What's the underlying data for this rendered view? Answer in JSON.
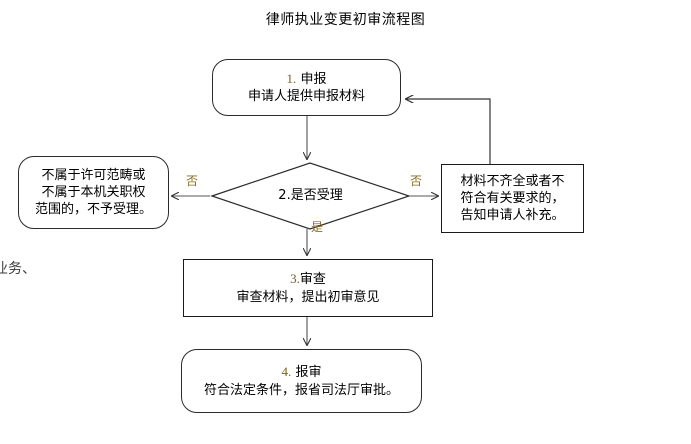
{
  "title": "律师执业变更初审流程图",
  "colors": {
    "stroke": "#2b2b2b",
    "text": "#000000",
    "number_accent": "#7b5f1e",
    "edge_label": "#8a6d20",
    "background": "#ffffff"
  },
  "nodes": {
    "step1": {
      "name": "申报",
      "shape": "rounded-rectangle",
      "number": "1.",
      "heading": "申报",
      "body": "申请人提供申报材料"
    },
    "decision": {
      "name": "是否受理",
      "shape": "diamond",
      "number": "2.",
      "text": "是否受理",
      "full_text": "2.是否受理"
    },
    "reject": {
      "name": "不予受理",
      "shape": "rounded-rectangle",
      "lines": [
        "不属于许可范畴或",
        "不属于本机关职权",
        "范围的，不予受理。"
      ]
    },
    "supplement": {
      "name": "告知补充",
      "shape": "rectangle",
      "lines": [
        "材料不齐全或者不",
        "符合有关要求的，",
        "告知申请人补充。"
      ]
    },
    "step3": {
      "name": "审查",
      "shape": "rectangle",
      "number": "3.",
      "heading": "审查",
      "body": "审查材料，提出初审意见"
    },
    "step4": {
      "name": "报审",
      "shape": "rounded-rectangle",
      "number": "4.",
      "heading": "报审",
      "body": "符合法定条件，报省司法厅审批。"
    }
  },
  "edge_labels": {
    "no_left": "否",
    "no_right": "否",
    "yes_down": "是"
  },
  "stray_text": "业务、"
}
